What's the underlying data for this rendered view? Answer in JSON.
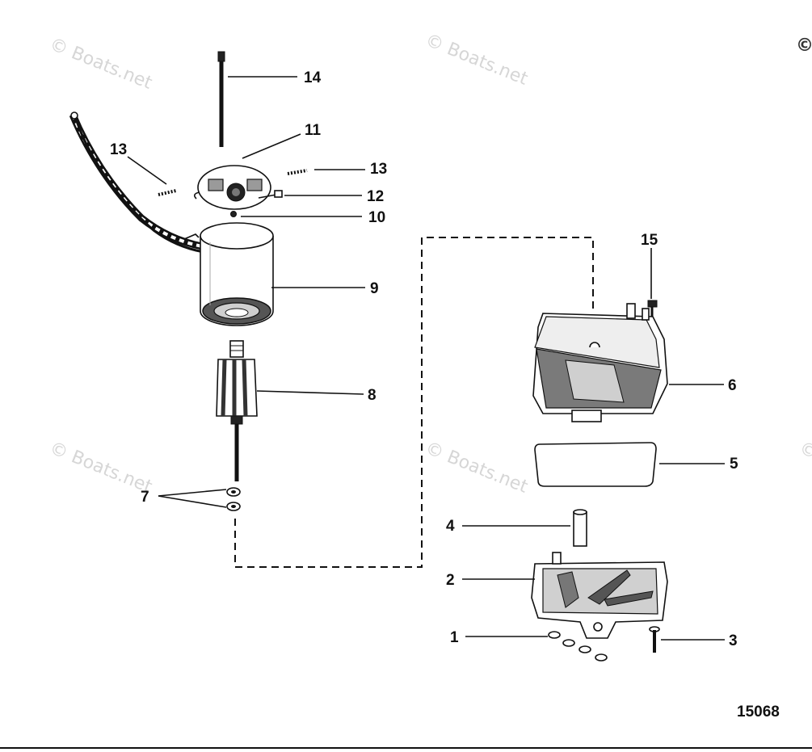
{
  "diagram": {
    "drawing_number": "15068",
    "copyright_symbol": "©",
    "watermark": "© Boats.net",
    "callouts": [
      {
        "id": "14",
        "label": "14"
      },
      {
        "id": "11",
        "label": "11"
      },
      {
        "id": "13a",
        "label": "13"
      },
      {
        "id": "13b",
        "label": "13"
      },
      {
        "id": "12",
        "label": "12"
      },
      {
        "id": "10",
        "label": "10"
      },
      {
        "id": "9",
        "label": "9"
      },
      {
        "id": "8",
        "label": "8"
      },
      {
        "id": "7",
        "label": "7"
      },
      {
        "id": "15",
        "label": "15"
      },
      {
        "id": "6",
        "label": "6"
      },
      {
        "id": "5",
        "label": "5"
      },
      {
        "id": "4",
        "label": "4"
      },
      {
        "id": "2",
        "label": "2"
      },
      {
        "id": "1",
        "label": "1"
      },
      {
        "id": "3",
        "label": "3"
      }
    ]
  }
}
